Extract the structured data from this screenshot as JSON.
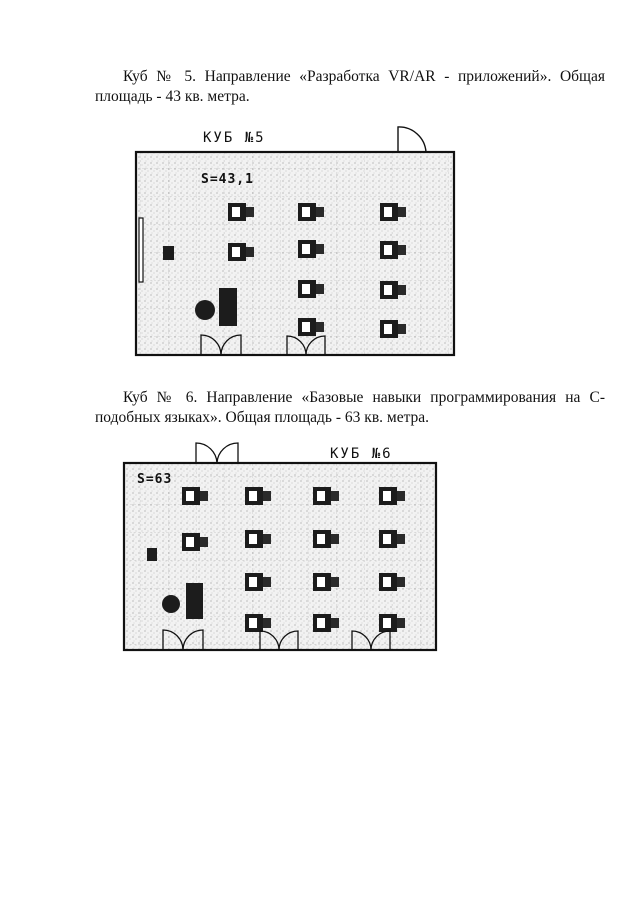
{
  "paragraphs": {
    "p1": "Куб № 5. Направление «Разработка VR/AR - приложений». Общая площадь - 43 кв. метра.",
    "p2": "Куб № 6. Направление «Базовые навыки программирования на С-подобных языках». Общая площадь - 63 кв. метра."
  },
  "plans": {
    "cube5": {
      "title": "КУБ №5",
      "area": "S=43,1"
    },
    "cube6": {
      "title": "КУБ №6",
      "area": "S=63"
    }
  }
}
